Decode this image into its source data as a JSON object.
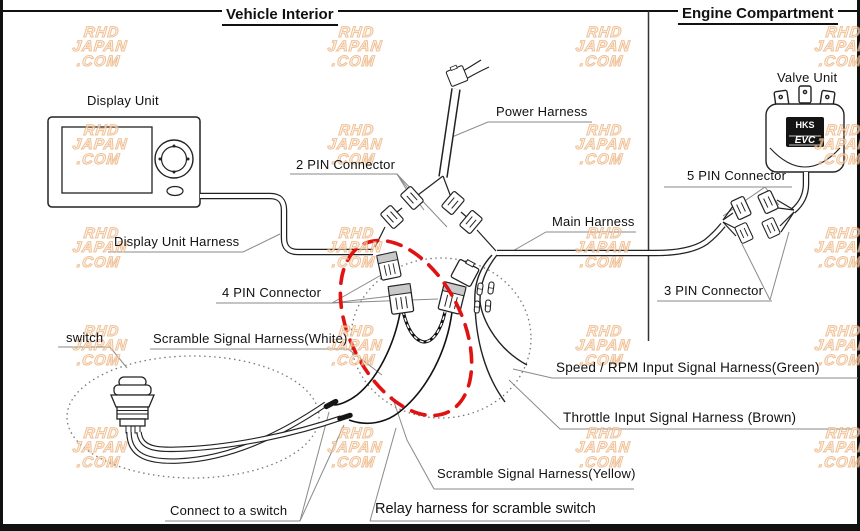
{
  "headers": {
    "left": "Vehicle Interior",
    "right": "Engine Compartment"
  },
  "labels": {
    "display_unit": "Display Unit",
    "power_harness": "Power Harness",
    "pin2": "2 PIN Connector",
    "main_harness": "Main Harness",
    "display_unit_harness": "Display Unit Harness",
    "pin5": "5 PIN Connector",
    "pin3": "3 PIN Connector",
    "valve_unit": "Valve Unit",
    "pin4": "4 PIN Connector",
    "scramble_white": "Scramble Signal Harness(White)",
    "switch": "switch",
    "speed_rpm": "Speed / RPM Input Signal Harness(Green)",
    "throttle": "Throttle Input Signal Harness (Brown)",
    "scramble_yellow": "Scramble Signal Harness(Yellow)",
    "relay_harness": "Relay harness for scramble switch",
    "connect_switch": "Connect to a switch"
  },
  "valve": {
    "brand": "HKS",
    "model": "EVC"
  },
  "watermark": {
    "line1": "RHD",
    "line2": "JAPAN",
    "line3": ".COM"
  },
  "colors": {
    "highlight_red": "#e01212",
    "line": "#222222",
    "leader": "#8a8a8a",
    "watermark": "#e9a66b",
    "frame": "#111111"
  }
}
